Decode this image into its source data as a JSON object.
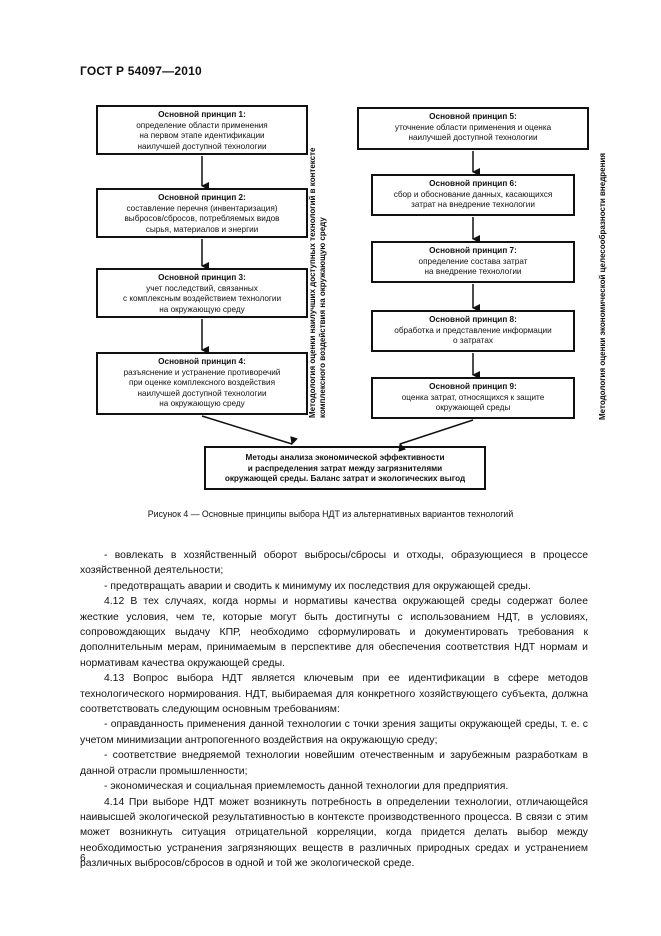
{
  "header": {
    "title": "ГОСТ Р 54097—2010"
  },
  "left_boxes": [
    {
      "title": "Основной принцип 1:",
      "lines": [
        "определение области применения",
        "на первом этапе идентификации",
        "наилучшей доступной технологии"
      ]
    },
    {
      "title": "Основной принцип 2:",
      "lines": [
        "составление перечня (инвентаризация)",
        "выбросов/сбросов, потребляемых видов",
        "сырья, материалов и энергии"
      ]
    },
    {
      "title": "Основной принцип 3:",
      "lines": [
        "учет последствий, связанных",
        "с комплексным воздействием технологии",
        "на окружающую среду"
      ]
    },
    {
      "title": "Основной принцип 4:",
      "lines": [
        "разъяснение и устранение противоречий",
        "при оценке комплексного воздействия",
        "наилучшей доступной технологии",
        "на окружающую среду"
      ]
    }
  ],
  "right_boxes": [
    {
      "title": "Основной принцип 5:",
      "lines": [
        "уточнение области применения и оценка",
        "наилучшей доступной технологии"
      ]
    },
    {
      "title": "Основной принцип 6:",
      "lines": [
        "сбор и обоснование данных, касающихся",
        "затрат на внедрение технологии"
      ]
    },
    {
      "title": "Основной принцип 7:",
      "lines": [
        "определение состава затрат",
        "на внедрение технологии"
      ]
    },
    {
      "title": "Основной принцип 8:",
      "lines": [
        "обработка и представление информации",
        "о затратах"
      ]
    },
    {
      "title": "Основной принцип 9:",
      "lines": [
        "оценка затрат, относящихся к защите",
        "окружающей среды"
      ]
    }
  ],
  "bottom_box": {
    "lines": [
      "Методы анализа экономической эффективности",
      "и распределения затрат между загрязнителями",
      "окружающей среды. Баланс затрат и экологических выгод"
    ]
  },
  "left_vertical_label": [
    "Методология оценки наилучших доступных технологий в контексте",
    "комплексного воздействия на окружающую среду"
  ],
  "right_vertical_label": "Методология оценки экономической целесообразности внедрения",
  "caption": "Рисунок 4 — Основные принципы выбора НДТ из альтернативных вариантов технологий",
  "paragraphs": [
    {
      "text": "- вовлекать в хозяйственный оборот выбросы/сбросы и отходы, образующиеся в процессе хозяйственной деятельности;",
      "indent": true
    },
    {
      "text": "- предотвращать аварии и сводить к минимуму их последствия для окружающей среды.",
      "indent": true
    },
    {
      "text": "4.12 В тех случаях, когда нормы и нормативы качества окружающей среды содержат более жесткие условия, чем те, которые могут быть достигнуты с использованием НДТ, в условиях, сопровождающих выдачу КПР, необходимо сформулировать и документировать требования к дополнительным мерам, принимаемым в перспективе для обеспечения соответствия НДТ нормам и нормативам качества окружающей среды.",
      "indent": true
    },
    {
      "text": "4.13 Вопрос выбора НДТ является ключевым при ее идентификации в сфере методов технологического нормирования. НДТ, выбираемая для конкретного хозяйствующего субъекта, должна соответствовать следующим основным требованиям:",
      "indent": true
    },
    {
      "text": "- оправданность применения данной технологии с точки зрения защиты окружающей среды, т. е. с учетом минимизации антропогенного воздействия на окружающую среду;",
      "indent": true
    },
    {
      "text": "- соответствие внедряемой технологии новейшим отечественным и зарубежным разработкам в данной отрасли промышленности;",
      "indent": true
    },
    {
      "text": "- экономическая и социальная приемлемость данной технологии для предприятия.",
      "indent": true
    },
    {
      "text": "4.14 При выборе НДТ может возникнуть потребность в определении технологии, отличающейся наивысшей экологической результативностью в контексте производственного процесса. В связи с этим может возникнуть ситуация отрицательной корреляции, когда придется делать выбор между необходимостью устранения загрязняющих веществ в различных природных средах и устранением различных выбросов/сбросов в одной и той же экологической среде.",
      "indent": true
    }
  ],
  "page_number": "6"
}
